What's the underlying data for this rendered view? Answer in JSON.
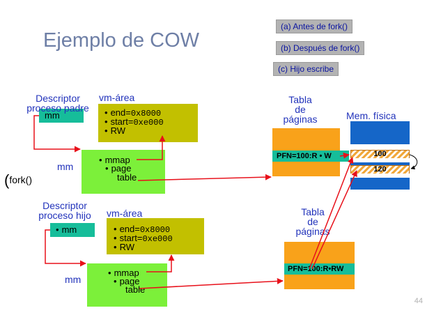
{
  "title": "Ejemplo de COW",
  "buttons": {
    "before_fork": "(a) Antes de fork()",
    "after_fork": "(b) Después de fork()",
    "child_writes": "(c) Hijo escribe"
  },
  "parent": {
    "descriptor_line1": "Descriptor",
    "descriptor_line2": "proceso padre",
    "mm_field": "mm",
    "vm_area_label": "vm-área",
    "vm_end_label": "end=",
    "vm_end_value": "0x8000",
    "vm_start_label": "start=",
    "vm_start_value": "0xe000",
    "vm_perm": "RW",
    "mm_label": "mm",
    "mm_items": [
      "mmap",
      "page",
      "table"
    ]
  },
  "fork_label": "fork()",
  "child": {
    "descriptor_line1": "Descriptor",
    "descriptor_line2": "proceso hijo",
    "mm_field": "mm",
    "vm_area_label": "vm-área",
    "vm_end_label": "end=",
    "vm_end_value": "0x8000",
    "vm_start_label": "start=",
    "vm_start_value": "0xe000",
    "vm_perm": "RW",
    "mm_label": "mm",
    "mm_items": [
      "mmap",
      "page",
      "table"
    ]
  },
  "page_table_top": {
    "label_lines": [
      "Tabla",
      "de",
      "páginas"
    ],
    "entry": "PFN=100:R",
    "entry_suffix": "W"
  },
  "page_table_bottom": {
    "label_lines": [
      "Tabla",
      "de",
      "páginas"
    ],
    "entry": "PFN=100:R",
    "entry_suffix": "RW"
  },
  "physical_memory": {
    "label": "Mem. física",
    "frames": [
      "100",
      "120"
    ]
  },
  "page_number": "44"
}
